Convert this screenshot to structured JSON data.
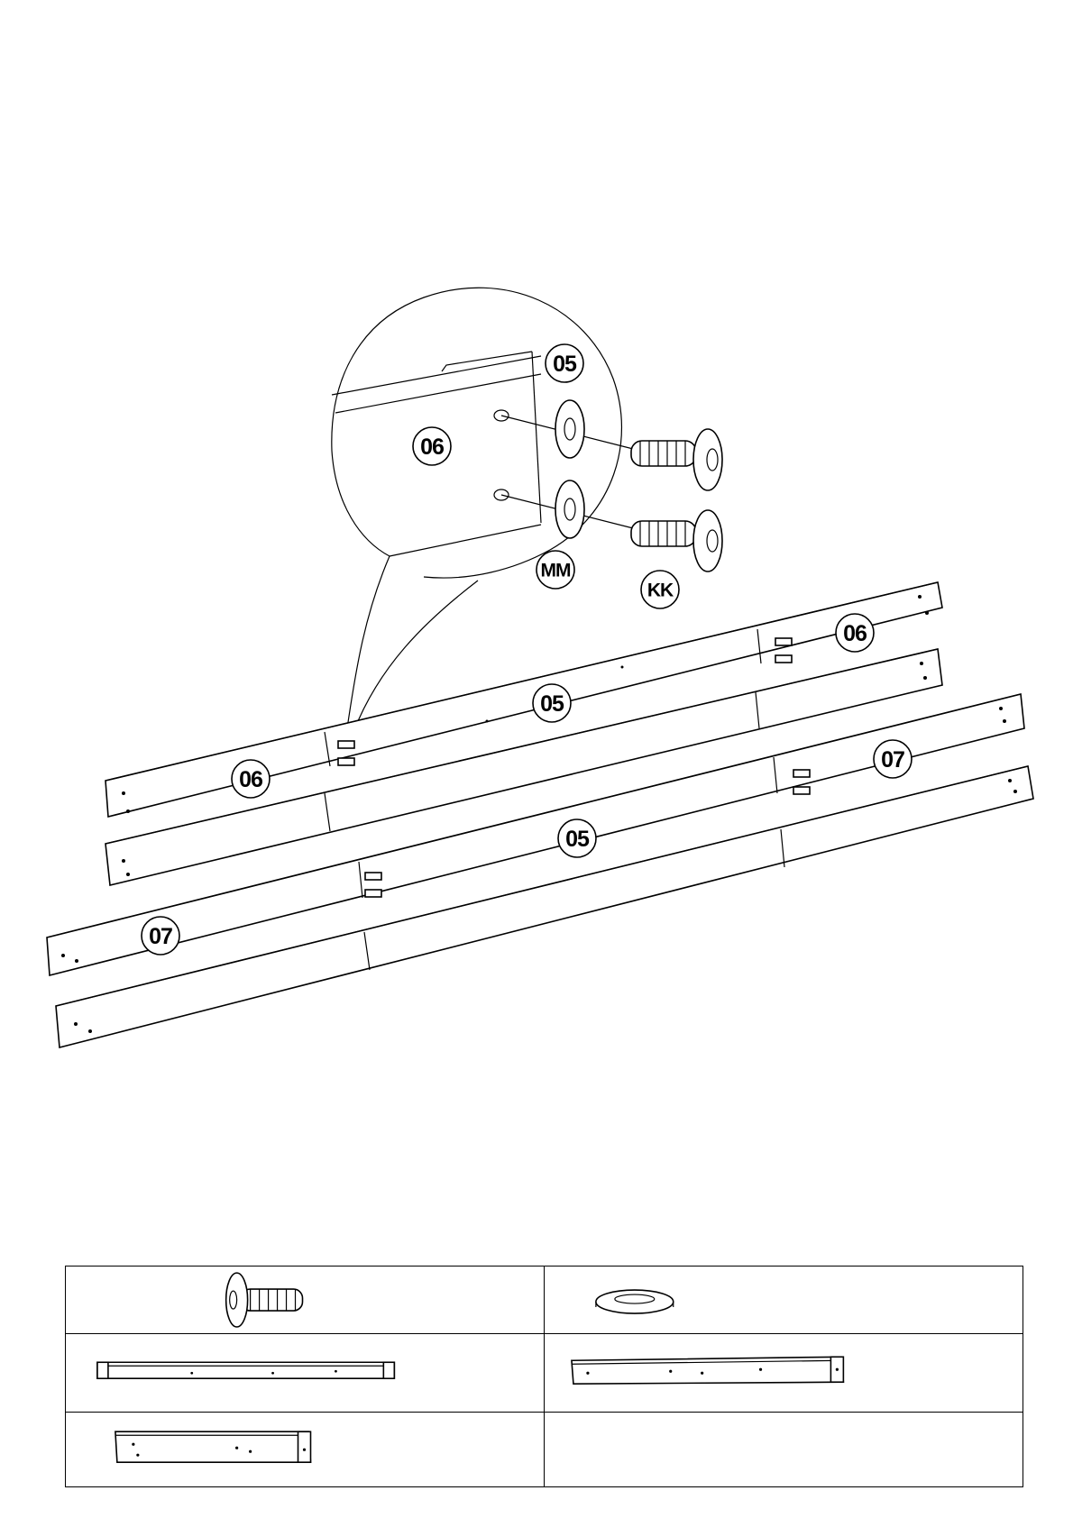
{
  "callouts": {
    "rail_05": "05",
    "rail_06": "06",
    "rail_07": "07",
    "washer": "MM",
    "bolt": "KK"
  },
  "parts_table": {
    "rows": [
      [
        "bolt-icon",
        "washer-icon"
      ],
      [
        "rail-05-icon",
        "rail-06-icon"
      ],
      [
        "rail-07-icon",
        ""
      ]
    ]
  }
}
